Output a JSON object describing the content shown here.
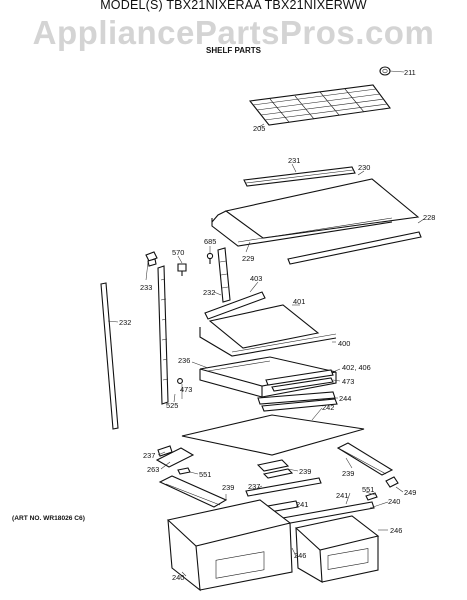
{
  "header": {
    "model_line": "MODEL(S) TBX21NIXERAA  TBX21NIXERWW",
    "watermark": "AppliancePartsPros.com",
    "subtitle": "SHELF PARTS"
  },
  "footer": {
    "art_number": "(ART NO. WR18026 C6)"
  },
  "callouts": {
    "c211": "211",
    "c205": "205",
    "c231": "231",
    "c230": "230",
    "c228": "228",
    "c229": "229",
    "c685": "685",
    "c570": "570",
    "c233": "233",
    "c232a": "232",
    "c232b": "232",
    "c403": "403",
    "c401": "401",
    "c400": "400",
    "c236": "236",
    "c402": "402, 406",
    "c473a": "473",
    "c473b": "473",
    "c525": "525",
    "c244": "244",
    "c242": "242",
    "c237a": "237",
    "c263": "263",
    "c551a": "551",
    "c239a": "239",
    "c239b": "239",
    "c237b": "237",
    "c239c": "239",
    "c241a": "241",
    "c241b": "241",
    "c551b": "551",
    "c249": "249",
    "c240a": "240",
    "c246a": "246",
    "c246b": "246",
    "c240b": "240"
  }
}
